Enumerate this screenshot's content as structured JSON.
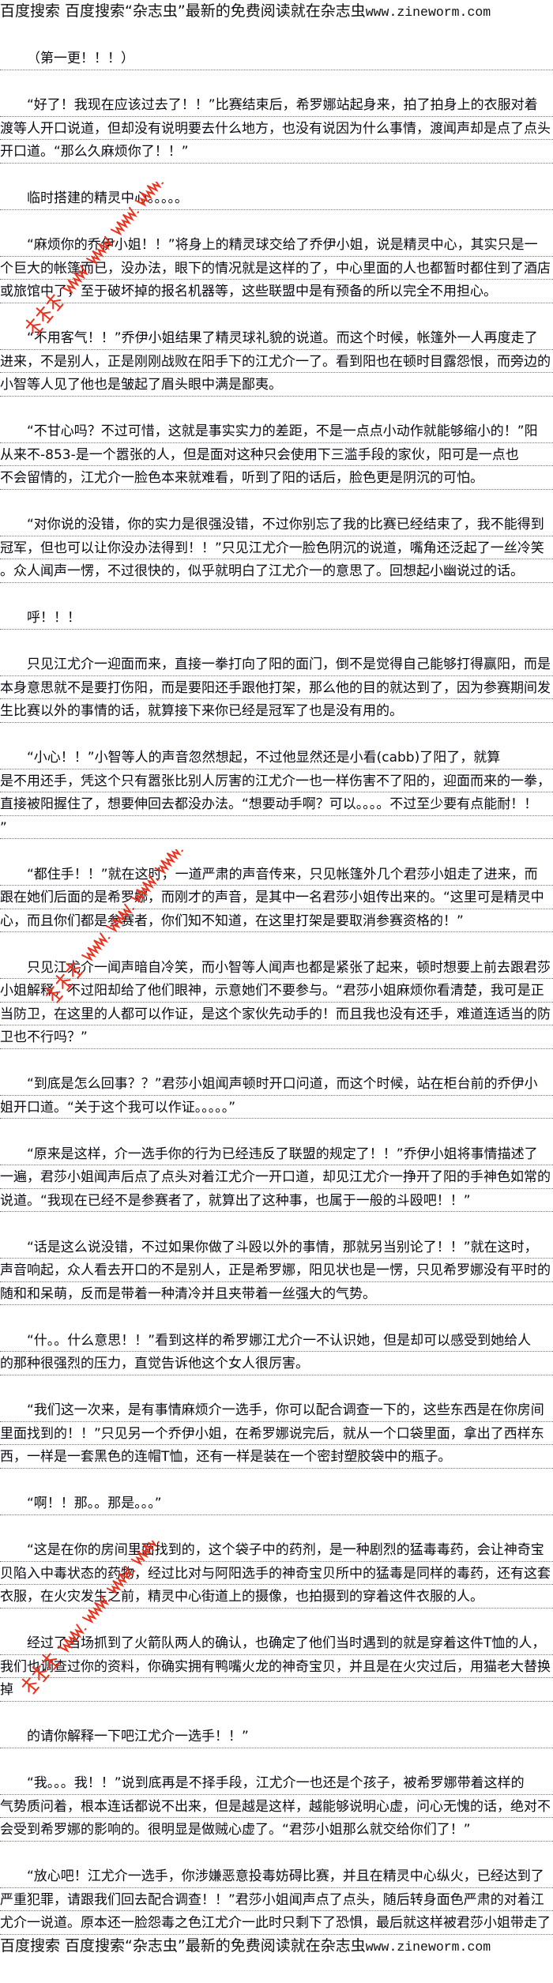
{
  "banner": {
    "text": "百度搜索 百度搜索“杂志虫”最新的免费阅读就在杂志虫",
    "url": "www.zineworm.com"
  },
  "watermark": "杂志虫 www.zineworm.com",
  "paragraphs": [
    [
      "（第一更！！！）"
    ],
    [
      "“好了！我现在应该过去了！！”比赛结束后，希罗娜站起身来，拍了拍身上的衣服对着",
      "渡等人开口说道，但却没有说明要去什么地方，也没有说因为什么事情，渡闻声却是点了点头",
      "开口道。“那么久麻烦你了！！”"
    ],
    [
      "临时搭建的精灵中心。。。。。"
    ],
    [
      "“麻烦你的乔伊小姐！！”将身上的精灵球交给了乔伊小姐，说是精灵中心，其实只是一",
      "个巨大的帐篷而已，没办法，眼下的情况就是这样的了，中心里面的人也都暂时都住到了酒店",
      "或旅馆中了，至于破坏掉的报名机器等，这些联盟中是有预备的所以完全不用担心。"
    ],
    [
      "“不用客气！！”乔伊小姐结果了精灵球礼貌的说道。而这个时候，帐篷外一人再度走了",
      "进来，不是别人，正是刚刚战败在阳手下的江尤介一了。看到阳也在顿时目露怨恨，而旁边的",
      "小智等人见了他也是皱起了眉头眼中满是鄙夷。"
    ],
    [
      "“不甘心吗？不过可惜，这就是事实实力的差距，不是一点点小动作就能够缩小的！”阳",
      "从来不-853-是一个嚣张的人，但是面对这种只会使用下三滥手段的家伙，阳可是一点也",
      "不会留情的，江尤介一脸色本来就难看，听到了阳的话后，脸色更是阴沉的可怕。"
    ],
    [
      "“对你说的没错，你的实力是很强没错，不过你别忘了我的比赛已经结束了，我不能得到",
      "冠军，但也可以让你没办法得到！！”只见江尤介一脸色阴沉的说道，嘴角还泛起了一丝冷笑",
      "。众人闻声一愣，不过很快的，似乎就明白了江尤介一的意思了。回想起小幽说过的话。"
    ],
    [
      "呼！！！"
    ],
    [
      "只见江尤介一迎面而来，直接一拳打向了阳的面门，倒不是觉得自己能够打得赢阳，而是",
      "本身意思就不是要打伤阳，而是要阳还手跟他打架，那么他的目的就达到了，因为参赛期间发",
      "生比赛以外的事情的话，就算接下来你已经是冠军了也是没有用的。"
    ],
    [
      "“小心！！”小智等人的声音忽然想起，不过他显然还是小看(cabb)了阳了，就算",
      "是不用还手，凭这个只有嚣张比别人厉害的江尤介一也一样伤害不了阳的，迎面而来的一拳，",
      "直接被阳握住了，想要伸回去都没办法。“想要动手啊？可以。。。。不过至少要有点能耐！！",
      "”"
    ],
    [
      "“都住手！！”就在这时，一道严肃的声音传来，只见帐篷外几个君莎小姐走了进来，而",
      "跟在她们后面的是希罗娜，而刚才的声音，是其中一名君莎小姐传出来的。“这里可是精灵中",
      "心，而且你们都是参赛者，你们知不知道，在这里打架是要取消参赛资格的！”"
    ],
    [
      "只见江尤介一闻声暗自冷笑，而小智等人闻声也都是紧张了起来，顿时想要上前去跟君莎",
      "小姐解释，不过阳却给了他们眼神，示意她们不要参与。“君莎小姐麻烦你看清楚，我可是正",
      "当防卫，在这里的人都可以作证，是这个家伙先动手的！而且我也没有还手，难道连适当的防",
      "卫也不行吗？”"
    ],
    [
      "“到底是怎么回事？？”君莎小姐闻声顿时开口问道，而这个时候，站在柜台前的乔伊小",
      "姐开口道。“关于这个我可以作证。。。。。”"
    ],
    [
      "“原来是这样，介一选手你的行为已经违反了联盟的规定了！！”乔伊小姐将事情描述了",
      "一遍，君莎小姐闻声后点了点头对着江尤介一开口道，却见江尤介一挣开了阳的手神色如常的",
      "说道。“我现在已经不是参赛者了，就算出了这种事，也属于一般的斗殴吧！！”"
    ],
    [
      "“话是这么说没错，不过如果你做了斗殴以外的事情，那就另当别论了！！”就在这时，",
      "声音响起，众人看去开口的不是别人，正是希罗娜，阳见状也是一愣，只见希罗娜没有平时的",
      "随和和呆萌，反而是带着一种清冷并且夹带着一丝强大的气势。"
    ],
    [
      "“什。。什么意思！！”看到这样的希罗娜江尤介一不认识她，但是却可以感受到她给人",
      "的那种很强烈的压力，直觉告诉他这个女人很厉害。"
    ],
    [
      "“我们这一次来，是有事情麻烦介一选手，你可以配合调查一下的，这些东西是在你房间",
      "里面找到的！！”只见另一个乔伊小姐，在希罗娜说完后，就从一个口袋里面，拿出了西样东",
      "西，一样是一套黑色的连帽T恤，还有一样是装在一个密封塑胶袋中的瓶子。"
    ],
    [
      "“啊！！那。。那是。。。”"
    ],
    [
      "“这是在你的房间里面找到的，这个袋子中的药剂，是一种剧烈的猛毒毒药，会让神奇宝",
      "贝陷入中毒状态的药物，经过比对与阿阳选手的神奇宝贝所中的猛毒是同样的毒药，还有这套",
      "衣服，在火灾发生之前，精灵中心街道上的摄像，也拍摄到的穿着这件衣服的人。"
    ],
    [
      "经过了当场抓到了火箭队两人的确认，也确定了他们当时遇到的就是穿着这件T恤的人，",
      "我们也调查过你的资料，你确实拥有鸭嘴火龙的神奇宝贝，并且是在火灾过后，用猫老大替换",
      "掉"
    ],
    [
      "的请你解释一下吧江尤介一选手！！”"
    ],
    [
      "“我。。。我！！”说到底再是不择手段，江尤介一也还是个孩子，被希罗娜带着这样的",
      "气势质问着，根本连话都说不出来，但是越是这样，越能够说明心虚，问心无愧的话，绝对不",
      "会受到希罗娜的影响的。很明显是做贼心虚了。“君莎小姐那么就交给你们了！”"
    ],
    [
      "“放心吧！江尤介一选手，你涉嫌恶意投毒妨碍比赛，并且在精灵中心纵火，已经达到了",
      "严重犯罪，请跟我们回去配合调查！！”君莎小姐闻声点了点头，随后转身面色严肃的对着江",
      "尤介一说道。原本还一脸怨毒之色江尤介一此时只剩下了恐惧，最后就这样被君莎小姐带走了"
    ]
  ]
}
